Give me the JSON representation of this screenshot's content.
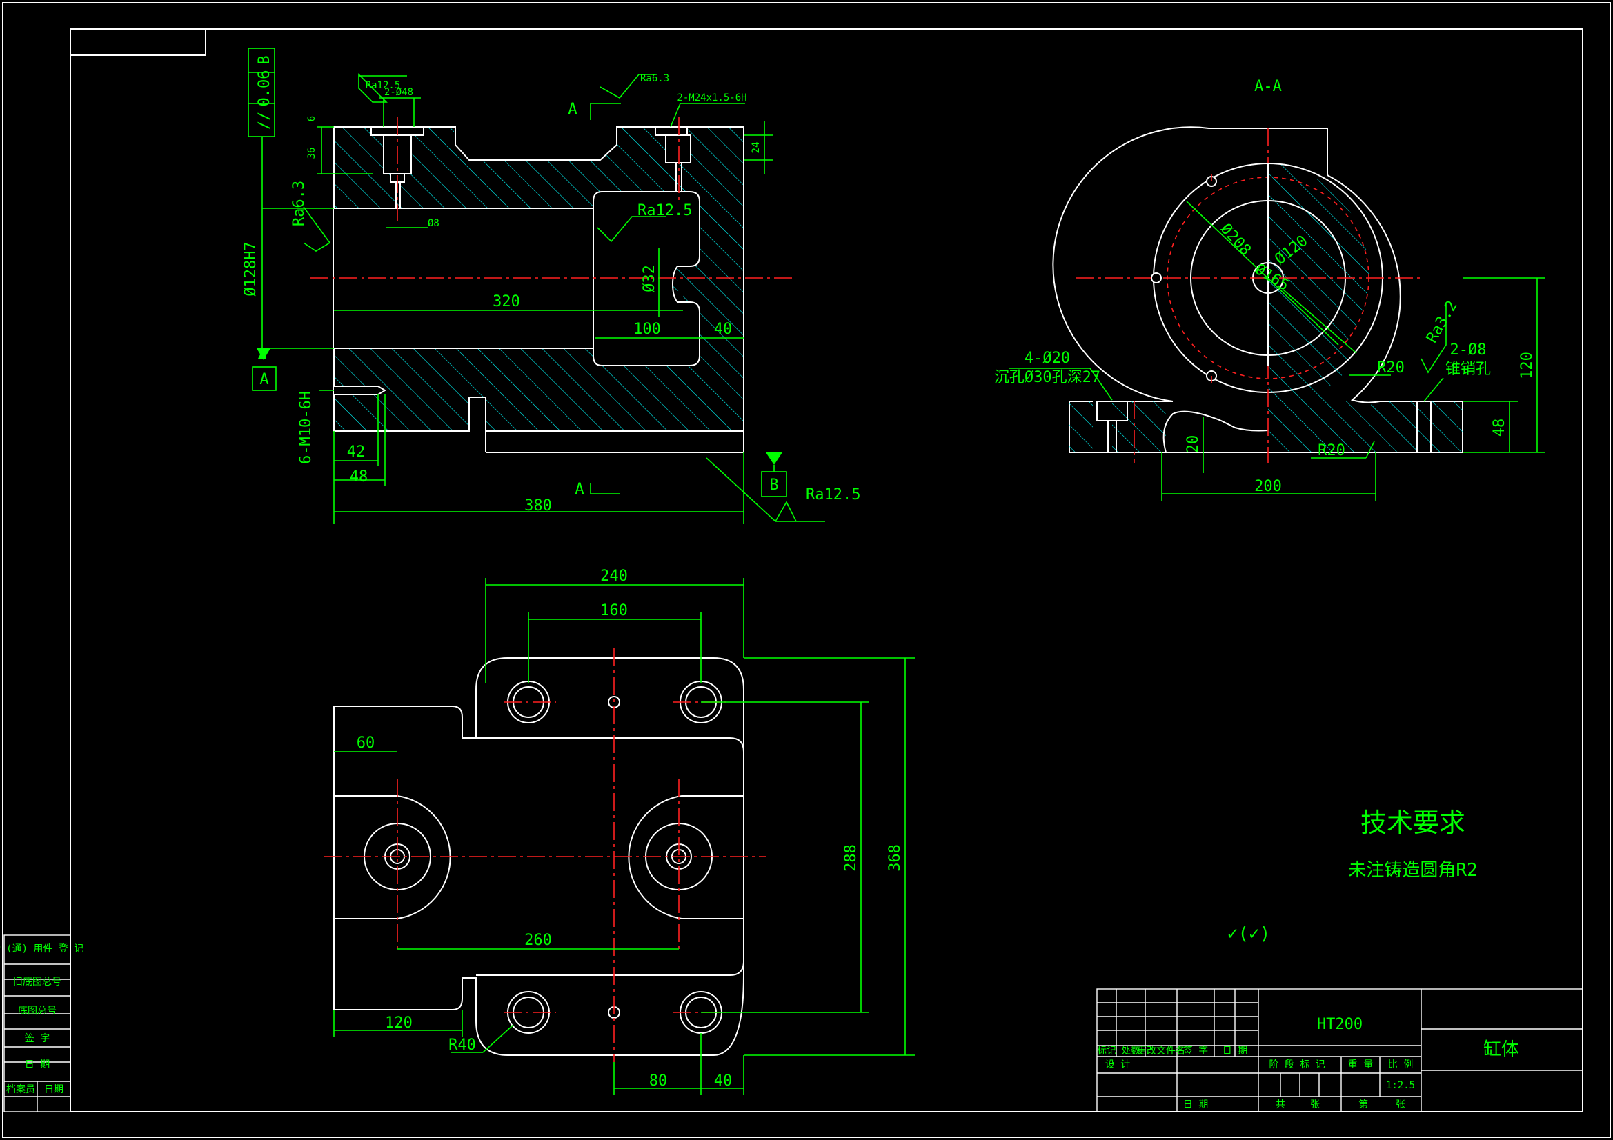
{
  "section_label": "A-A",
  "view_marks": {
    "a_top": "A",
    "a_bottom": "A",
    "datum_a": "A",
    "datum_b": "B",
    "tol_b": "B"
  },
  "tolerance": {
    "symbol": "//",
    "value": "0.06",
    "datum": "B"
  },
  "front_view": {
    "dims": {
      "hole_2_d48": "2-Ø48",
      "ra_top_left": "Ra12.5",
      "ra_top_right": "Ra6.3",
      "thread_top": "2-M24x1.5-6H",
      "depth_6": "6",
      "depth_36": "36",
      "depth_24": "24",
      "ra_left": "Ra6.3",
      "d8": "Ø8",
      "ra_inner": "Ra12.5",
      "bore": "Ø128H7",
      "d32": "Ø32",
      "len_320": "320",
      "len_100": "100",
      "len_40": "40",
      "thread_side": "6-M10-6H",
      "len_42": "42",
      "len_48": "48",
      "len_380": "380",
      "ra_bottom": "Ra12.5"
    }
  },
  "section_view": {
    "dims": {
      "d208": "Ø208",
      "d120": "Ø120",
      "d165": "Ø165",
      "ra_32": "Ra3.2",
      "holes_4": "4-Ø20",
      "counterbore": "沉孔Ø30孔深27",
      "pins": "2-Ø8",
      "pin_label": "锥销孔",
      "r20_a": "R20",
      "r20_b": "R20",
      "h120": "120",
      "h48": "48",
      "h20": "20",
      "w200": "200"
    }
  },
  "plan_view": {
    "dims": {
      "w240": "240",
      "w160": "160",
      "w60": "60",
      "h288": "288",
      "h368": "368",
      "w260": "260",
      "w120": "120",
      "r40": "R40",
      "w80": "80",
      "w40": "40"
    }
  },
  "notes": {
    "title": "技术要求",
    "line1": "未注铸造圆角R2",
    "surface": "✓(✓)"
  },
  "title_block": {
    "material": "HT200",
    "part_name": "缸体",
    "scale": "1:2.5",
    "headers": [
      "标记",
      "处数",
      "更改文件名",
      "签 字",
      "日 期"
    ],
    "design": "设 计",
    "stage_mark": "阶 段 标 记",
    "weight": "重 量",
    "ratio": "比 例",
    "date": "日 期",
    "total": "共",
    "sheets": "张",
    "page": "第",
    "page_unit": "张"
  },
  "side_block": {
    "items": [
      "借 (通) 用件 登 记",
      "旧底图总号",
      "底图总号",
      "签 字",
      "日 期"
    ],
    "archive": "档案员",
    "archive_date": "日期"
  }
}
